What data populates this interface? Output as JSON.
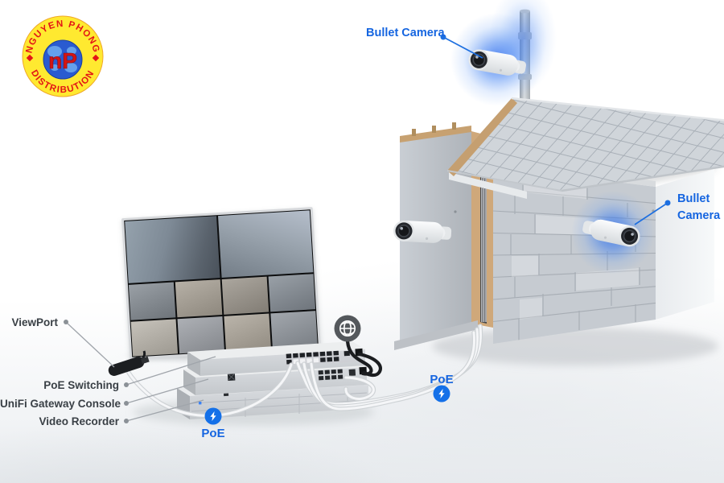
{
  "logo": {
    "arc_top": "NGUYEN PHONG",
    "arc_bottom": "DISTRIBUTION",
    "monogram": "nP"
  },
  "callouts": {
    "bullet_camera_top": "Bullet Camera",
    "bullet_camera_right_line1": "Bullet",
    "bullet_camera_right_line2": "Camera",
    "viewport": "ViewPort",
    "poe_switching": "PoE Switching",
    "unifi_gateway_console": "UniFi Gateway Console",
    "video_recorder": "Video Recorder",
    "poe_badge_left": "PoE",
    "poe_badge_right": "PoE"
  },
  "colors": {
    "callout_blue": "#1565e0",
    "label_dark": "#3a4046",
    "poe_badge_blue": "#1470e8",
    "camera_glow_blue": "#2f7bf0",
    "logo_yellow": "#ffe930",
    "logo_red": "#e31515",
    "logo_globe_blue": "#2a5bd0"
  },
  "icons": {
    "globe": "internet-globe-icon",
    "poe_bolt": "lightning-bolt-icon"
  }
}
